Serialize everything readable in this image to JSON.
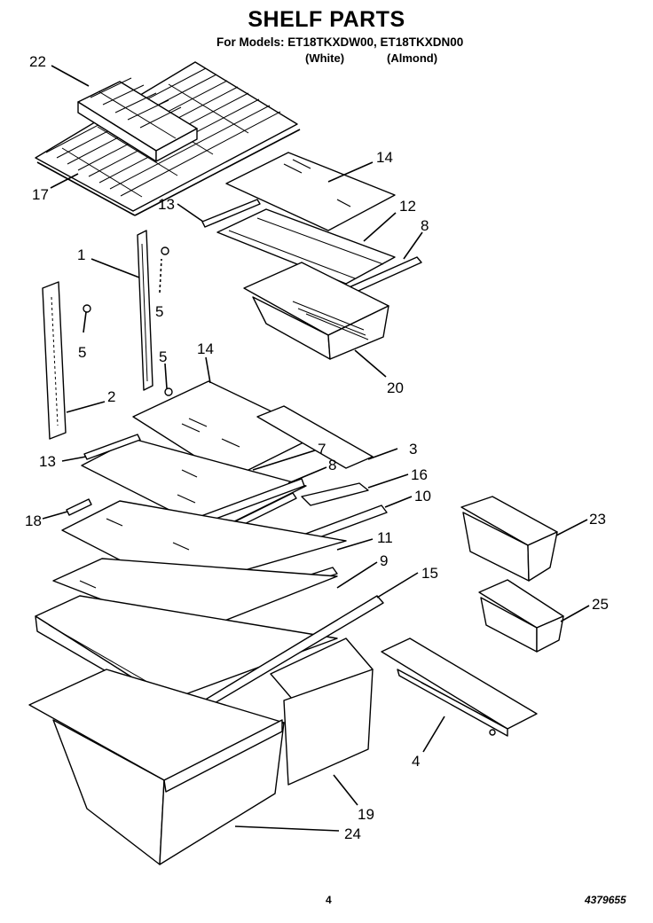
{
  "header": {
    "title": "SHELF PARTS",
    "models_line": "For Models: ET18TKXDW00, ET18TKXDN00",
    "variant_white": "(White)",
    "variant_almond": "(Almond)"
  },
  "callouts": {
    "c22": "22",
    "c17": "17",
    "c14a": "14",
    "c13a": "13",
    "c12": "12",
    "c8a": "8",
    "c1": "1",
    "c5a": "5",
    "c5b": "5",
    "c5c": "5",
    "c20": "20",
    "c2": "2",
    "c14b": "14",
    "c3": "3",
    "c7": "7",
    "c13b": "13",
    "c8b": "8",
    "c16": "16",
    "c10": "10",
    "c18": "18",
    "c11": "11",
    "c9": "9",
    "c15": "15",
    "c23": "23",
    "c25": "25",
    "c4": "4",
    "c19": "19",
    "c24": "24"
  },
  "footer": {
    "page_number": "4",
    "document_number": "4379655"
  }
}
